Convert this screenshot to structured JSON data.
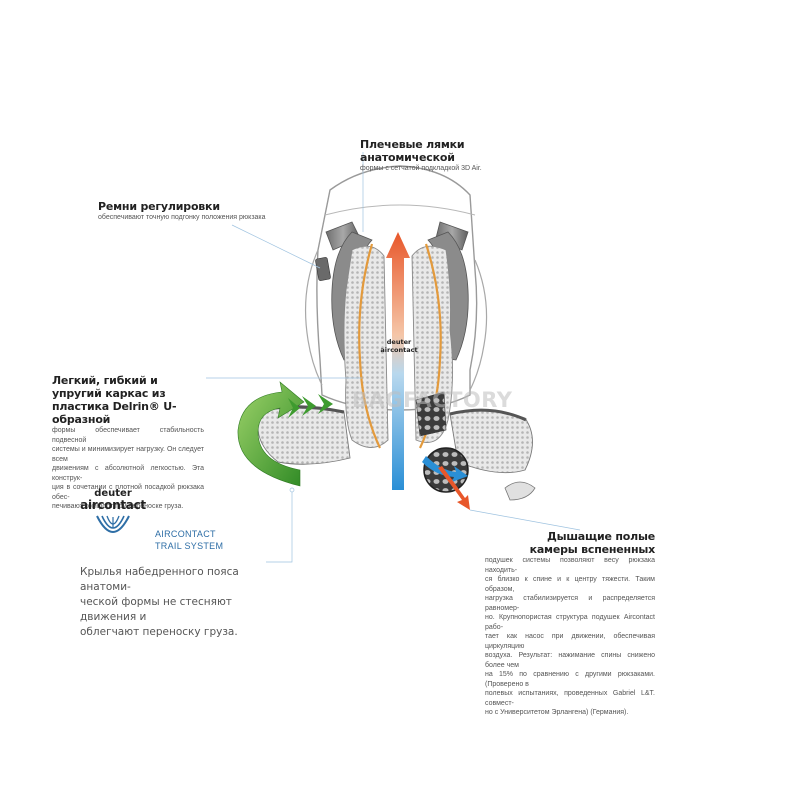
{
  "callouts": {
    "shoulder": {
      "title": "Плечевые лямки анатомической",
      "body": "формы с сетчатой подкладкой 3D Air."
    },
    "straps": {
      "title": "Ремни регулировки",
      "body": "обеспечивают точную подгонку положения рюкзака"
    },
    "frame": {
      "title_l1": "Легкий, гибкий и упругий каркас из",
      "title_l2": "пластика Delrin® U-образной",
      "body": [
        "формы обеспечивает стабильность подвесной",
        "системы и минимизирует нагрузку. Он следует всем",
        "движениям с абсолютной легкостью. Эта конструк-",
        "ция в сочетании с плотной посадкой рюкзака обес-",
        "печивают комфорт при переноске груза."
      ]
    },
    "foam": {
      "title_l1": "Дышащие полые",
      "title_l2": "камеры вспененных",
      "body": [
        "подушек системы позволяют весу рюкзака находить-",
        "ся близко к спине и к центру тяжести. Таким образом,",
        "нагрузка стабилизируется и распределяется равномер-",
        "но. Крупнопористая структура подушек Aircontact рабо-",
        "тает как насос при движении, обеспечивая циркуляцию",
        "воздуха. Результат: нажимание спины снижено более чем",
        "на 15% по сравнению с другими рюкзаками. (Проверено в",
        "полевых испытаниях, проведенных Gabriel L&T. совмест-",
        "но с Университетом Эрлангена) (Германия)."
      ]
    },
    "hipbelt": {
      "lines": [
        "Крылья набедренного пояса анатоми-",
        "ческой формы не стесняют движения и",
        "облегчают переноску груза."
      ]
    }
  },
  "logo": {
    "brand": "deuter",
    "product": "aircontact",
    "system_l1": "AIRCONTACT",
    "system_l2": "TRAIL SYSTEM"
  },
  "pack_label": {
    "brand": "deuter",
    "product": "aircontact"
  },
  "watermark": "BAGFACTORY",
  "colors": {
    "cool_air": "#2a8fd6",
    "warm_air": "#e8572a",
    "green_arrow": "#3e9b2f",
    "orange_frame": "#e39a3c",
    "callout_line": "#9fc3e0",
    "logo_blue": "#2e6ea6"
  }
}
